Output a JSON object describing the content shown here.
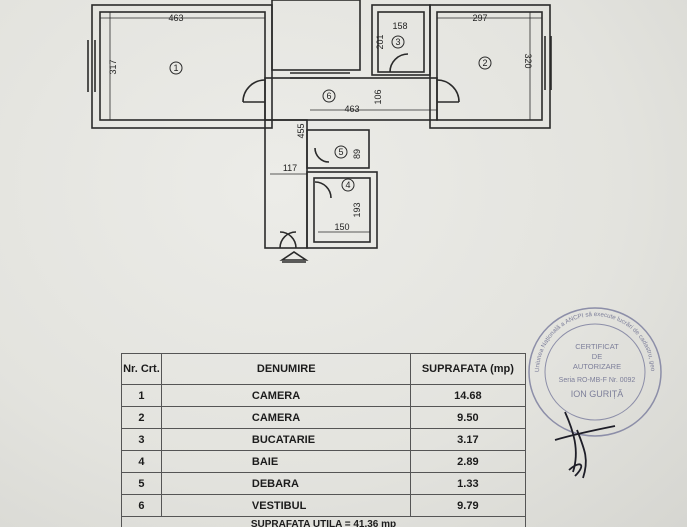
{
  "plan": {
    "dimensions": {
      "room1_width": "463",
      "room1_height": "317",
      "room2_width": "297",
      "room2_height": "320",
      "kitchen_width": "158",
      "kitchen_height": "201",
      "hall_width": "463",
      "hall_height": "106",
      "corridor_height": "455",
      "corridor_width": "117",
      "storage_height": "89",
      "bath_height": "193",
      "bath_width": "150"
    },
    "room_numbers": [
      "1",
      "2",
      "3",
      "4",
      "5",
      "6"
    ]
  },
  "table": {
    "headers": {
      "nr": "Nr. Crt.",
      "name": "DENUMIRE",
      "area": "SUPRAFATA (mp)"
    },
    "rows": [
      {
        "nr": "1",
        "name": "CAMERA",
        "area": "14.68"
      },
      {
        "nr": "2",
        "name": "CAMERA",
        "area": "9.50"
      },
      {
        "nr": "3",
        "name": "BUCATARIE",
        "area": "3.17"
      },
      {
        "nr": "4",
        "name": "BAIE",
        "area": "2.89"
      },
      {
        "nr": "5",
        "name": "DEBARA",
        "area": "1.33"
      },
      {
        "nr": "6",
        "name": "VESTIBUL",
        "area": "9.79"
      }
    ],
    "footer_partial": "SUPRAFATA UTILA = 41.36 mp"
  },
  "stamp": {
    "line1": "CERTIFICAT",
    "line2": "DE",
    "line3": "AUTORIZARE",
    "line4": "Seria RO-MB-F Nr. 0092",
    "line5": "ION GURIȚĂ",
    "ring_text": "Uniunea Națională a ANCPI să execute lucrări de cadastru, geodezie"
  }
}
